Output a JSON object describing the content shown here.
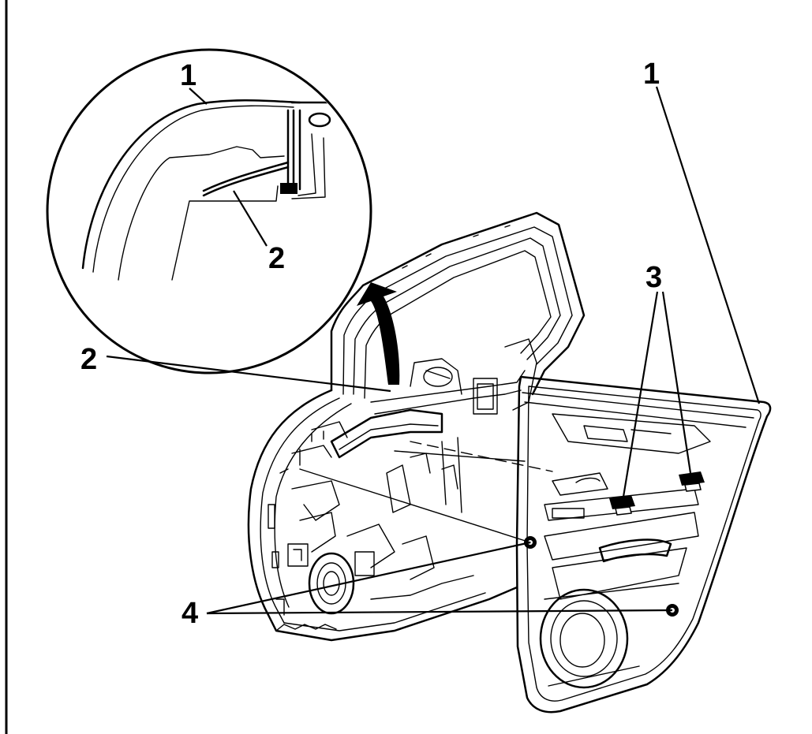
{
  "diagram": {
    "callouts": {
      "detail_trim_panel": "1",
      "detail_seal": "2",
      "trim_panel": "1",
      "seal": "2",
      "upper_clips": "3",
      "lower_screws": "4"
    },
    "colors": {
      "ink": "#000000",
      "paper": "#ffffff"
    }
  }
}
